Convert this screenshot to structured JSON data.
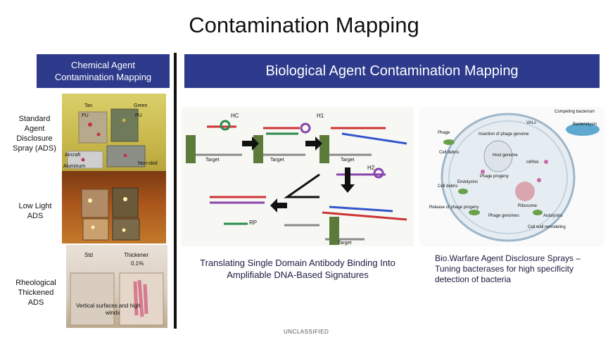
{
  "slide": {
    "title": "Contamination Mapping",
    "footer": "UNCLASSIFIED"
  },
  "left_header": {
    "line1": "Chemical Agent",
    "line2": "Contamination Mapping"
  },
  "right_header": {
    "text": "Biological Agent Contamination Mapping"
  },
  "side_labels": {
    "ads": [
      "Standard",
      "Agent",
      "Disclosure",
      "Spray (ADS)"
    ],
    "low_light": [
      "Low Light",
      "ADS"
    ],
    "rheological": [
      "Rheological",
      "Thickened",
      "ADS"
    ]
  },
  "photo1": {
    "tan": "Tan",
    "green": "Green",
    "pu_left": "PU",
    "pu_right": "PU",
    "aircraft": "Aircraft",
    "non_skid": "Non-skid",
    "aluminum": "Aluminum"
  },
  "photo3": {
    "std": "Std",
    "thickener": "Thickener",
    "thickener_pct": "0.1%",
    "vertical": "Vertical surfaces and high",
    "winds": "winds"
  },
  "diagram": {
    "hc": "HC",
    "h1": "H1",
    "h2": "H2",
    "rp": "RP",
    "target": "Target"
  },
  "bio_figure": {
    "competing_bacterium": "Competing bacterium",
    "bacteriolysin": "Bacteriolysin",
    "phage": "Phage",
    "cell_debris": "Cell debris",
    "vals": "VALs",
    "insertion": "Insertion of phage genome",
    "host_genome": "Host genome",
    "mrna": "mRNA",
    "phage_progeny": "Phage progeny",
    "endolysins": "Endolysins",
    "ribosome": "Ribosome",
    "release": "Release of phage progeny",
    "phage_genomes": "Phage genomes",
    "autolysins": "Autolysins",
    "cell_wall": "Cell wall remodeling"
  },
  "captions": {
    "left": "Translating Single Domain Antibody Binding Into Amplifiable DNA-Based Signatures",
    "right": "Bio.Warfare Agent Disclosure Sprays – Tuning bacterases for high specificity detection of bacteria"
  },
  "colors": {
    "header_bg": "#2e3a8c",
    "divider": "#111111",
    "caption_text": "#1a1a40"
  }
}
